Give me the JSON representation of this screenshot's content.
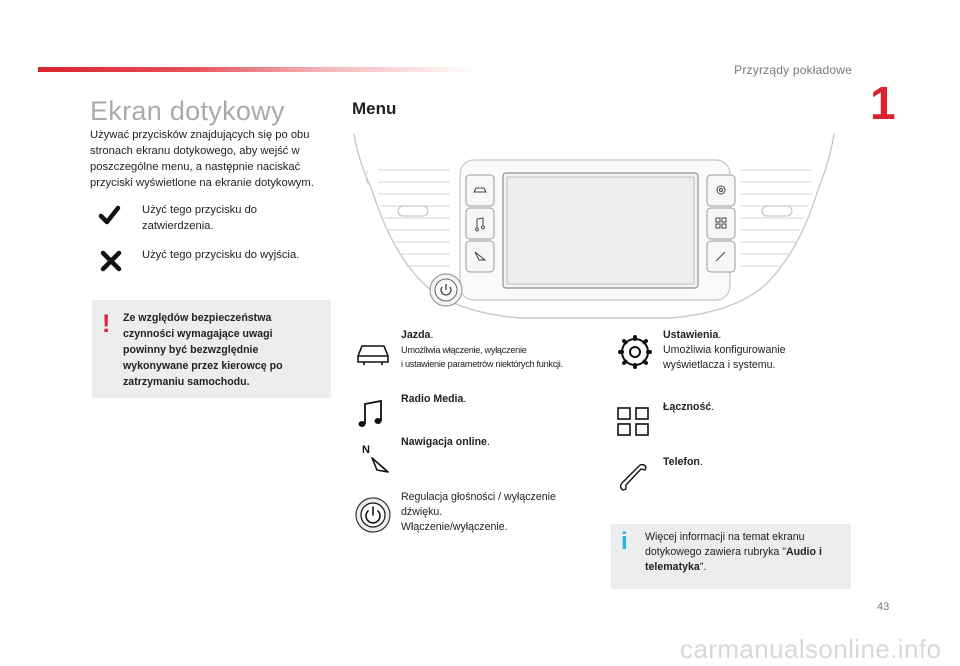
{
  "header": {
    "section_title": "Przyrządy pokładowe",
    "chapter_number": "1"
  },
  "left": {
    "title": "Ekran dotykowy",
    "intro": "Używać przycisków znajdujących się po obu stronach ekranu dotykowego, aby wejść w poszczególne menu, a następnie naciskać przyciski wyświetlone na ekranie dotykowym.",
    "confirm_text": "Użyć tego przycisku do zatwierdzenia.",
    "exit_text": "Użyć tego przycisku do wyjścia.",
    "warning": {
      "line1": "Ze względów bezpieczeństwa",
      "line2": "czynności wymagające uwagi",
      "line3": "powinny być bezwzględnie",
      "line4": "wykonywane przez kierowcę po",
      "line5": "zatrzymaniu samochodu."
    }
  },
  "menu": {
    "title": "Menu",
    "driving": {
      "title": "Jazda",
      "desc1": "Umożliwia włączenie, wyłączenie",
      "desc2": "i ustawienie parametrów niektórych funkcji."
    },
    "radio": {
      "title": "Radio Media"
    },
    "navigation": {
      "title": "Nawigacja online",
      "icon_letter": "N"
    },
    "volume": {
      "line1": "Regulacja głośności / wyłączenie",
      "line2": "dźwięku.",
      "line3": "Włączenie/wyłączenie."
    },
    "settings": {
      "title": "Ustawienia",
      "desc1": "Umożliwia konfigurowanie",
      "desc2": "wyświetlacza i systemu."
    },
    "connectivity": {
      "title": "Łączność"
    },
    "phone": {
      "title": "Telefon"
    },
    "dot": "."
  },
  "info": {
    "text": "Więcej informacji na temat ekranu dotykowego zawiera rubryka \"",
    "bold1": "Audio",
    "bold2": "i telematyka",
    "end": "\"."
  },
  "page_number": "43",
  "watermark": "carmanualsonline.info",
  "colors": {
    "accent_red": "#d9232e",
    "info_blue": "#28b3e8",
    "box_gray": "#eceded"
  }
}
